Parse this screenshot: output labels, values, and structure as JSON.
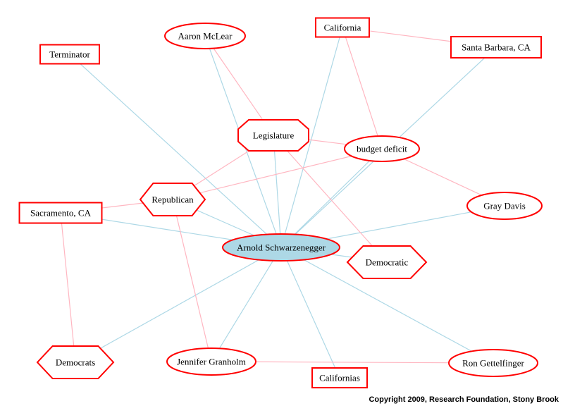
{
  "graph": {
    "center": "Arnold Schwarzenegger",
    "colors": {
      "node_stroke": "#ff0000",
      "center_fill": "#add8e6",
      "edge_center": "#add8e6",
      "edge_other": "#ffb6c1"
    },
    "nodes": [
      {
        "id": "terminator",
        "label": "Terminator",
        "shape": "box"
      },
      {
        "id": "aaron",
        "label": "Aaron McLear",
        "shape": "ellipse"
      },
      {
        "id": "california",
        "label": "California",
        "shape": "box"
      },
      {
        "id": "santabarbara",
        "label": "Santa Barbara, CA",
        "shape": "box"
      },
      {
        "id": "legislature",
        "label": "Legislature",
        "shape": "octagon"
      },
      {
        "id": "budget",
        "label": "budget deficit",
        "shape": "ellipse"
      },
      {
        "id": "republican",
        "label": "Republican",
        "shape": "hexagon"
      },
      {
        "id": "sacramento",
        "label": "Sacramento, CA",
        "shape": "box"
      },
      {
        "id": "graydavis",
        "label": "Gray Davis",
        "shape": "ellipse"
      },
      {
        "id": "arnold",
        "label": "Arnold Schwarzenegger",
        "shape": "ellipse-filled"
      },
      {
        "id": "democratic",
        "label": "Democratic",
        "shape": "hexagon"
      },
      {
        "id": "democrats",
        "label": "Democrats",
        "shape": "hexagon"
      },
      {
        "id": "granholm",
        "label": "Jennifer Granholm",
        "shape": "ellipse"
      },
      {
        "id": "californias",
        "label": "Californias",
        "shape": "box"
      },
      {
        "id": "gettelfinger",
        "label": "Ron Gettelfinger",
        "shape": "ellipse"
      }
    ],
    "edges": [
      [
        "arnold",
        "terminator",
        "center"
      ],
      [
        "arnold",
        "aaron",
        "center"
      ],
      [
        "arnold",
        "california",
        "center"
      ],
      [
        "arnold",
        "santabarbara",
        "center"
      ],
      [
        "arnold",
        "legislature",
        "center"
      ],
      [
        "arnold",
        "budget",
        "center"
      ],
      [
        "arnold",
        "republican",
        "center"
      ],
      [
        "arnold",
        "sacramento",
        "center"
      ],
      [
        "arnold",
        "graydavis",
        "center"
      ],
      [
        "arnold",
        "democratic",
        "center"
      ],
      [
        "arnold",
        "democrats",
        "center"
      ],
      [
        "arnold",
        "granholm",
        "center"
      ],
      [
        "arnold",
        "californias",
        "center"
      ],
      [
        "arnold",
        "gettelfinger",
        "center"
      ],
      [
        "california",
        "santabarbara",
        "other"
      ],
      [
        "california",
        "budget",
        "other"
      ],
      [
        "aaron",
        "legislature",
        "other"
      ],
      [
        "legislature",
        "budget",
        "other"
      ],
      [
        "legislature",
        "republican",
        "other"
      ],
      [
        "legislature",
        "democratic",
        "other"
      ],
      [
        "budget",
        "republican",
        "other"
      ],
      [
        "budget",
        "graydavis",
        "other"
      ],
      [
        "republican",
        "sacramento",
        "other"
      ],
      [
        "republican",
        "granholm",
        "other"
      ],
      [
        "sacramento",
        "democrats",
        "other"
      ],
      [
        "granholm",
        "gettelfinger",
        "other"
      ]
    ]
  },
  "footer": {
    "copyright": "Copyright 2009, Research Foundation, Stony Brook"
  }
}
